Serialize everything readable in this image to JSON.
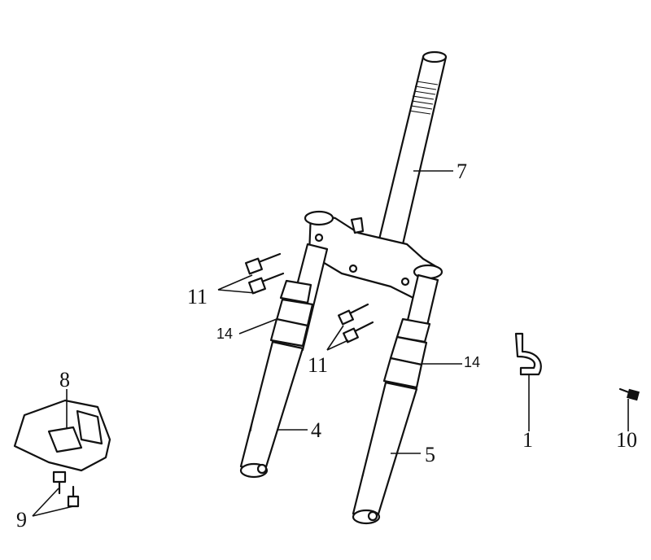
{
  "callouts": {
    "c1": "1",
    "c4": "4",
    "c5": "5",
    "c7": "7",
    "c8": "8",
    "c9": "9",
    "c10": "10",
    "c11a": "11",
    "c11b": "11",
    "c14a": "14",
    "c14b": "14"
  }
}
